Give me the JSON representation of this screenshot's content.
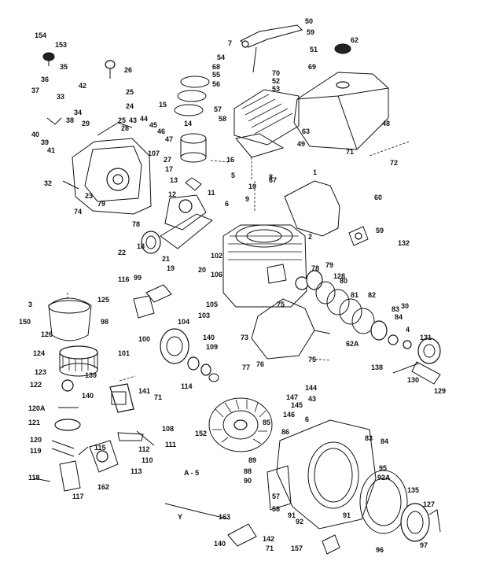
{
  "diagram": {
    "stray_labels": {
      "a": "A - 5",
      "b": "Y"
    },
    "callouts": [
      "154",
      "153",
      "35",
      "26",
      "25",
      "24",
      "36",
      "33",
      "37",
      "42",
      "34",
      "38",
      "29",
      "40",
      "39",
      "41",
      "25",
      "28",
      "43",
      "44",
      "45",
      "46",
      "47",
      "107",
      "27",
      "15",
      "14",
      "16",
      "17",
      "13",
      "12",
      "11",
      "10",
      "9",
      "8",
      "5",
      "6",
      "7",
      "50",
      "59",
      "54",
      "68",
      "55",
      "56",
      "57",
      "58",
      "70",
      "53",
      "52",
      "69",
      "51",
      "62",
      "63",
      "49",
      "48",
      "72",
      "71",
      "74",
      "32",
      "23",
      "79",
      "78",
      "18",
      "22",
      "21",
      "19",
      "20",
      "106",
      "104",
      "105",
      "103",
      "102",
      "2",
      "1",
      "60",
      "67",
      "59",
      "132",
      "75",
      "3",
      "125",
      "150",
      "126",
      "124",
      "123",
      "122",
      "120A",
      "121",
      "120",
      "119",
      "118",
      "117",
      "116",
      "99",
      "98",
      "100",
      "101",
      "139",
      "140",
      "141",
      "71",
      "140",
      "109",
      "114",
      "108",
      "111",
      "110",
      "112",
      "113",
      "115",
      "162",
      "4",
      "73",
      "77",
      "76",
      "75",
      "78",
      "79",
      "128",
      "80",
      "81",
      "82",
      "83",
      "30",
      "84",
      "62A",
      "131",
      "130",
      "138",
      "129",
      "152",
      "85",
      "86",
      "144",
      "147",
      "145",
      "146",
      "43",
      "6",
      "83",
      "84",
      "89",
      "88",
      "90",
      "57",
      "58",
      "92",
      "91",
      "91",
      "92A",
      "95",
      "135",
      "127",
      "96",
      "97",
      "163",
      "140",
      "142",
      "71",
      "157"
    ]
  }
}
